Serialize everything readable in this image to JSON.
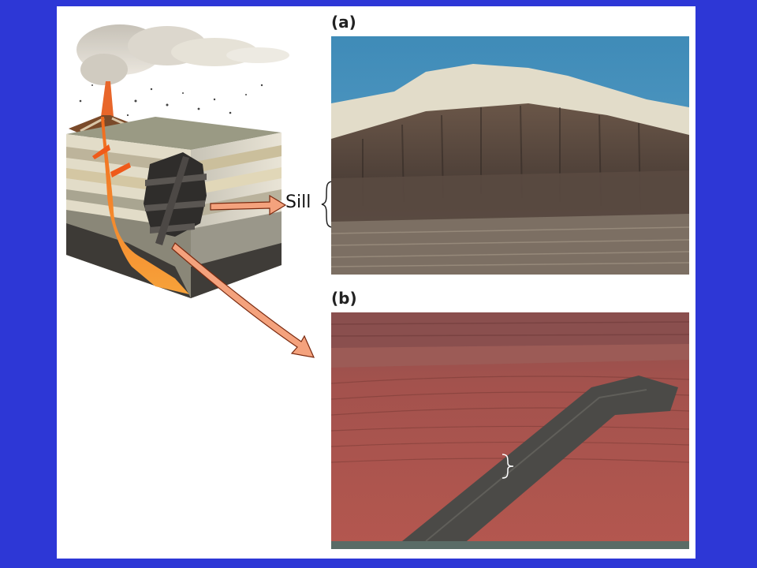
{
  "labels": {
    "panel_a": "(a)",
    "panel_b": "(b)",
    "sill": "Sill"
  },
  "colors": {
    "background": "#2d37d6",
    "arrow_fill": "#f4a27d",
    "arrow_stroke": "#7a2a10",
    "magma": "#ef5a1a",
    "sky": "#3f8bb8"
  }
}
